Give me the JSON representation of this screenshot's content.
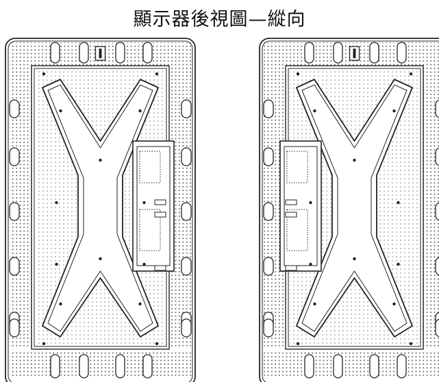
{
  "title": "顯示器後視圖—縱向",
  "views": [
    {
      "name": "left-monitor-rear-view",
      "io_panel_side": "right"
    },
    {
      "name": "right-monitor-rear-view",
      "io_panel_side": "left"
    }
  ],
  "colors": {
    "line": "#222222",
    "background": "#ffffff",
    "dots": "#555555"
  }
}
